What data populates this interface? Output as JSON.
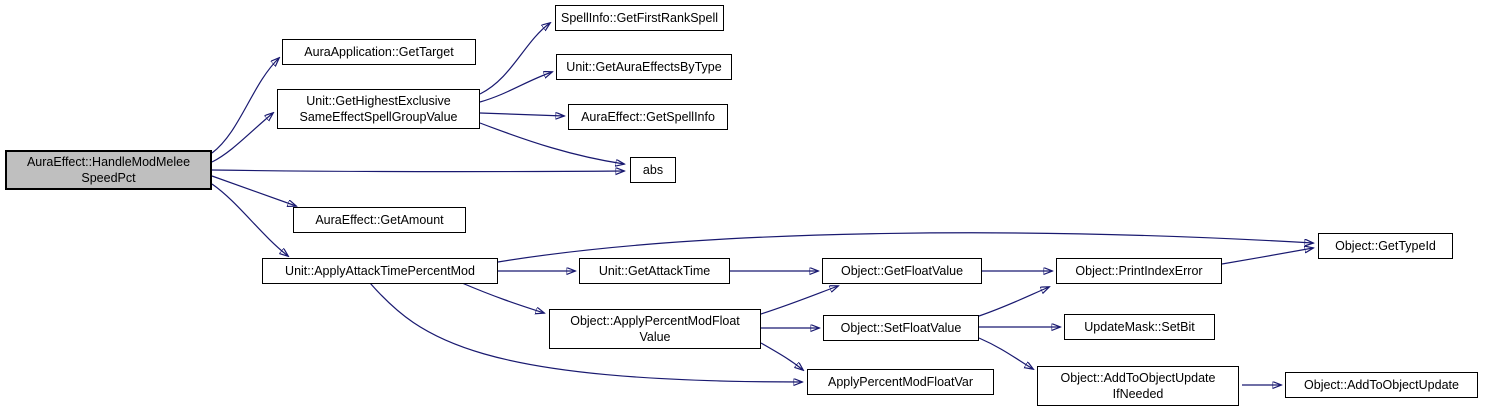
{
  "diagram": {
    "type": "call-graph",
    "colors": {
      "edge": "#191970",
      "node_fill": "#ffffff",
      "node_border": "#000000",
      "root_fill": "#bfbfbf"
    },
    "nodes": {
      "root": {
        "label": "AuraEffect::HandleModMelee\nSpeedPct"
      },
      "get_target": {
        "label": "AuraApplication::GetTarget"
      },
      "get_highest_exclusive": {
        "label": "Unit::GetHighestExclusive\nSameEffectSpellGroupValue"
      },
      "get_first_rank_spell": {
        "label": "SpellInfo::GetFirstRankSpell"
      },
      "get_aura_effects_by_type": {
        "label": "Unit::GetAuraEffectsByType"
      },
      "get_spell_info": {
        "label": "AuraEffect::GetSpellInfo"
      },
      "abs": {
        "label": "abs"
      },
      "get_amount": {
        "label": "AuraEffect::GetAmount"
      },
      "apply_attack_time_percent_mod": {
        "label": "Unit::ApplyAttackTimePercentMod"
      },
      "get_attack_time": {
        "label": "Unit::GetAttackTime"
      },
      "apply_percent_mod_float_value": {
        "label": "Object::ApplyPercentModFloat\nValue"
      },
      "apply_percent_mod_float_var": {
        "label": "ApplyPercentModFloatVar"
      },
      "get_float_value": {
        "label": "Object::GetFloatValue"
      },
      "set_float_value": {
        "label": "Object::SetFloatValue"
      },
      "print_index_error": {
        "label": "Object::PrintIndexError"
      },
      "set_bit": {
        "label": "UpdateMask::SetBit"
      },
      "add_to_object_update_if_needed": {
        "label": "Object::AddToObjectUpdate\nIfNeeded"
      },
      "add_to_object_update": {
        "label": "Object::AddToObjectUpdate"
      },
      "get_type_id": {
        "label": "Object::GetTypeId"
      }
    },
    "edges": [
      {
        "from": "root",
        "to": "get_target"
      },
      {
        "from": "root",
        "to": "get_highest_exclusive"
      },
      {
        "from": "root",
        "to": "abs"
      },
      {
        "from": "root",
        "to": "get_amount"
      },
      {
        "from": "root",
        "to": "apply_attack_time_percent_mod"
      },
      {
        "from": "get_highest_exclusive",
        "to": "get_first_rank_spell"
      },
      {
        "from": "get_highest_exclusive",
        "to": "get_aura_effects_by_type"
      },
      {
        "from": "get_highest_exclusive",
        "to": "get_spell_info"
      },
      {
        "from": "get_highest_exclusive",
        "to": "abs"
      },
      {
        "from": "apply_attack_time_percent_mod",
        "to": "get_attack_time"
      },
      {
        "from": "apply_attack_time_percent_mod",
        "to": "apply_percent_mod_float_value"
      },
      {
        "from": "apply_attack_time_percent_mod",
        "to": "apply_percent_mod_float_var"
      },
      {
        "from": "apply_attack_time_percent_mod",
        "to": "get_type_id"
      },
      {
        "from": "get_attack_time",
        "to": "get_float_value"
      },
      {
        "from": "apply_percent_mod_float_value",
        "to": "get_float_value"
      },
      {
        "from": "apply_percent_mod_float_value",
        "to": "set_float_value"
      },
      {
        "from": "apply_percent_mod_float_value",
        "to": "apply_percent_mod_float_var"
      },
      {
        "from": "get_float_value",
        "to": "print_index_error"
      },
      {
        "from": "set_float_value",
        "to": "print_index_error"
      },
      {
        "from": "set_float_value",
        "to": "set_bit"
      },
      {
        "from": "set_float_value",
        "to": "add_to_object_update_if_needed"
      },
      {
        "from": "print_index_error",
        "to": "get_type_id"
      },
      {
        "from": "add_to_object_update_if_needed",
        "to": "add_to_object_update"
      }
    ]
  }
}
